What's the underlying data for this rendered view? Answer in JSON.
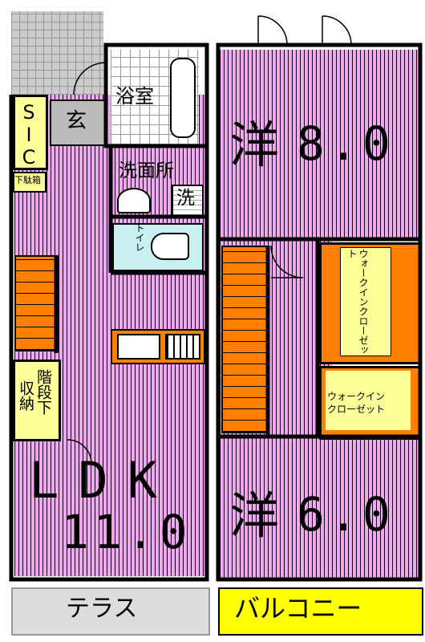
{
  "floor1": {
    "sic": "SIC",
    "genkan": "玄",
    "shoe_box": "下駄箱",
    "bath": "浴室",
    "washroom": "洗面所",
    "washer": "洗",
    "toilet": "トイレ",
    "under_stairs": "階段下",
    "storage": "収納",
    "ldk": "LDK",
    "ldk_size": "11.0",
    "terrace": "テラス"
  },
  "floor2": {
    "room1": "洋",
    "room1_size": "8.0",
    "walkin1": "ウォークインクローゼット",
    "walkin2_line1": "ウォークイン",
    "walkin2_line2": "クローゼット",
    "room2": "洋",
    "room2_size": "6.0",
    "balcony": "バルコニー"
  },
  "colors": {
    "room": "#f0a8f0",
    "bath": "#ffffff",
    "toilet": "#c8f0f0",
    "storage": "#ffff99",
    "stairs": "#ff8000",
    "terrace": "#dddddd",
    "balcony": "#ffff00",
    "genkan": "#bbbbbb"
  }
}
